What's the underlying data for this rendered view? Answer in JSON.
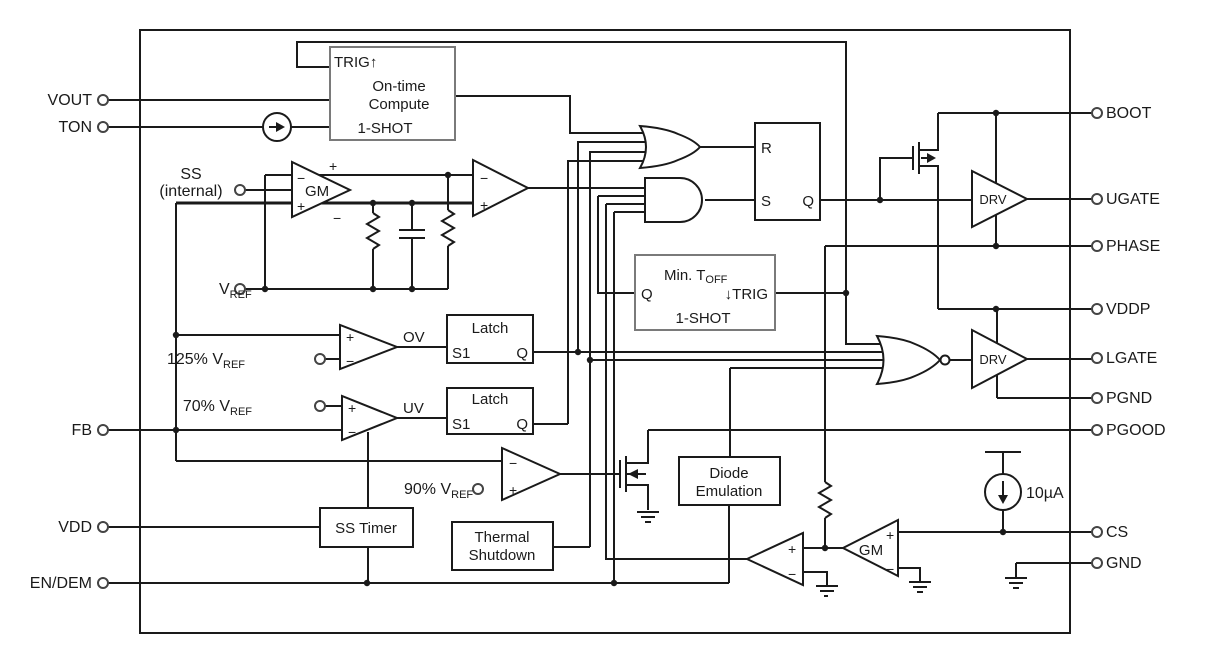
{
  "pins": {
    "left": [
      {
        "label": "VOUT"
      },
      {
        "label": "TON"
      },
      {
        "label": "SS",
        "label2": "(internal)"
      },
      {
        "base": "V",
        "sub": "REF"
      },
      {
        "label": "FB"
      },
      {
        "label": "VDD"
      },
      {
        "label": "EN/DEM"
      }
    ],
    "right": [
      {
        "label": "BOOT"
      },
      {
        "label": "UGATE"
      },
      {
        "label": "PHASE"
      },
      {
        "label": "VDDP"
      },
      {
        "label": "LGATE"
      },
      {
        "label": "PGND"
      },
      {
        "label": "PGOOD"
      },
      {
        "label": "CS"
      },
      {
        "label": "GND"
      }
    ]
  },
  "blocks": {
    "ontime": {
      "trig": "TRIG↑",
      "line1": "On-time",
      "line2": "Compute",
      "oneshot": "1-SHOT"
    },
    "mintoff": {
      "base": "Min. T",
      "sub": "OFF",
      "q": "Q",
      "trig": "↓TRIG",
      "oneshot": "1-SHOT"
    },
    "latch_ov": {
      "title": "Latch",
      "s1": "S1",
      "q": "Q"
    },
    "latch_uv": {
      "title": "Latch",
      "s1": "S1",
      "q": "Q"
    },
    "ss_timer": {
      "label": "SS Timer"
    },
    "thermal": {
      "line1": "Thermal",
      "line2": "Shutdown"
    },
    "diode": {
      "line1": "Diode",
      "line2": "Emulation"
    }
  },
  "flipflop": {
    "r": "R",
    "s": "S",
    "q": "Q"
  },
  "amps": {
    "gm": "GM",
    "drv": "DRV",
    "ov": "OV",
    "uv": "UV"
  },
  "refs": {
    "r125": {
      "base": "125% V",
      "sub": "REF"
    },
    "r70": {
      "base": "70% V",
      "sub": "REF"
    },
    "r90": {
      "base": "90% V",
      "sub": "REF"
    },
    "bias": "10µA"
  },
  "marks": {
    "plus": "+",
    "minus": "−"
  }
}
